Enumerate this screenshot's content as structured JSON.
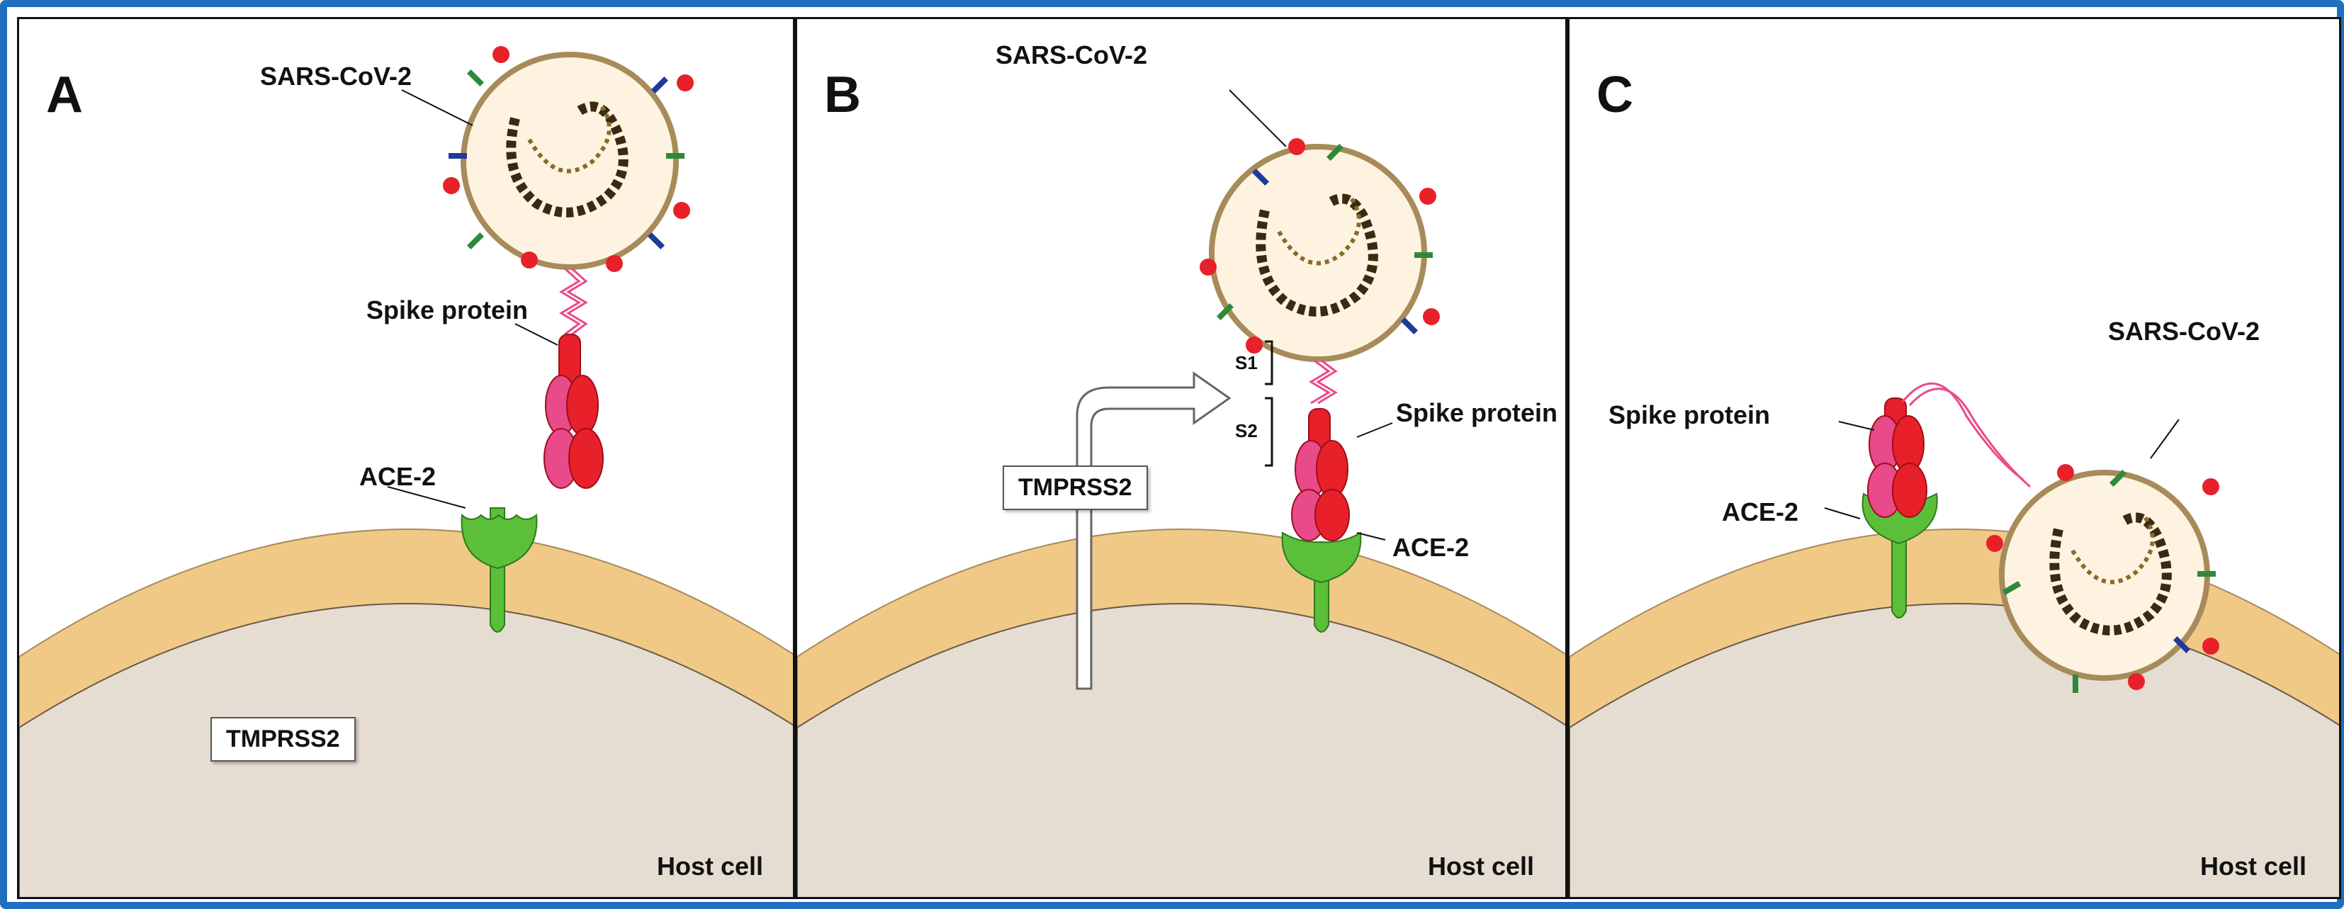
{
  "panels": [
    {
      "letter": "A",
      "virus_label": "SARS-CoV-2",
      "spike_label": "Spike protein",
      "ace2_label": "ACE-2",
      "tmprss2_label": "TMPRSS2",
      "host_label": "Host cell"
    },
    {
      "letter": "B",
      "virus_label": "SARS-CoV-2",
      "s1_label": "S1",
      "s2_label": "S2",
      "spike_label": "Spike protein",
      "ace2_label": "ACE-2",
      "tmprss2_label": "TMPRSS2",
      "host_label": "Host cell"
    },
    {
      "letter": "C",
      "virus_label": "SARS-CoV-2",
      "spike_label": "Spike protein",
      "ace2_label": "ACE-2",
      "host_label": "Host cell"
    }
  ],
  "colors": {
    "frame_border": "#1f6fc0",
    "membrane": "#f0c987",
    "cytoplasm": "#e6ddd2",
    "virus_envelope": "#fdf3e0",
    "ace2": "#5bbf3a",
    "spike_red": "#e8202a",
    "spike_pink": "#e94a8a"
  }
}
